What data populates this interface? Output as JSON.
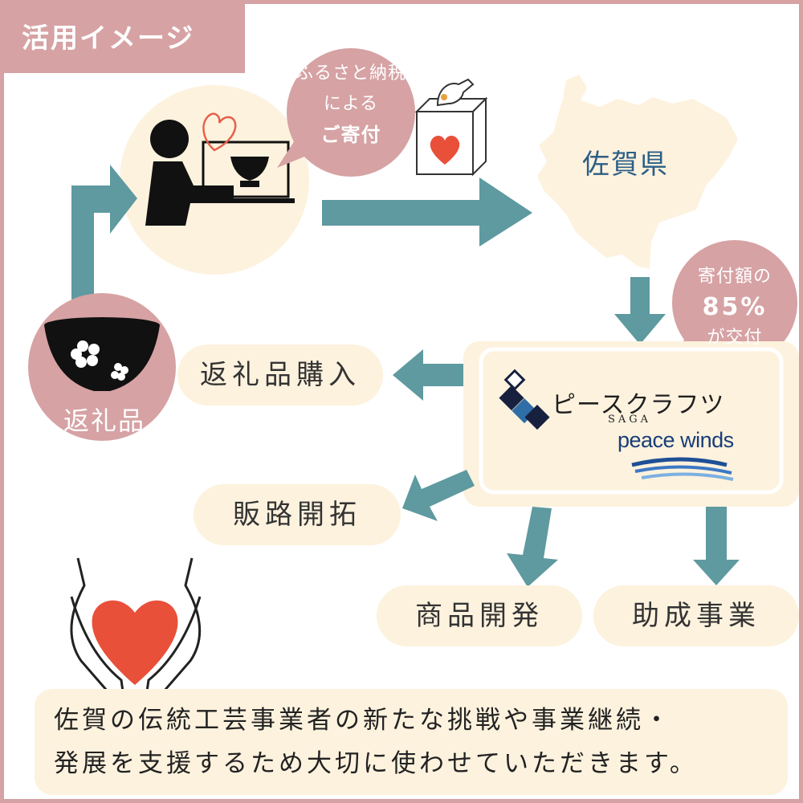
{
  "title": "活用イメージ",
  "donation_bubble": {
    "line1": "ふるさと納税",
    "line2": "による",
    "line3": "ご寄付"
  },
  "prefecture": "佐賀県",
  "grant_bubble": {
    "line1": "寄付額の",
    "rate": "85%",
    "line2": "が交付"
  },
  "gift_label": "返礼品",
  "organization": {
    "name_jp": "ピースクラフツ",
    "name_sub": "SAGA",
    "partner": "peace winds"
  },
  "uses": {
    "purchase": "返礼品購入",
    "sales": "販路開拓",
    "product_dev": "商品開発",
    "grants": "助成事業"
  },
  "message": {
    "line1": "佐賀の伝統工芸事業者の新たな挑戦や事業継続・",
    "line2": "発展を支援するため大切に使わせていただきます。"
  },
  "colors": {
    "accent_pink": "#d6a2a4",
    "arrow_teal": "#5e9aa0",
    "cream": "#fdf2de",
    "prefecture_blue": "#2c5f86",
    "heart_red": "#e8503a"
  },
  "icons": [
    "person-at-computer-icon",
    "heart-icon",
    "donation-box-icon",
    "saga-map-icon",
    "tea-bowl-icon",
    "hands-holding-heart-icon",
    "peacecrafts-logo-icon",
    "peace-winds-waves-icon"
  ]
}
